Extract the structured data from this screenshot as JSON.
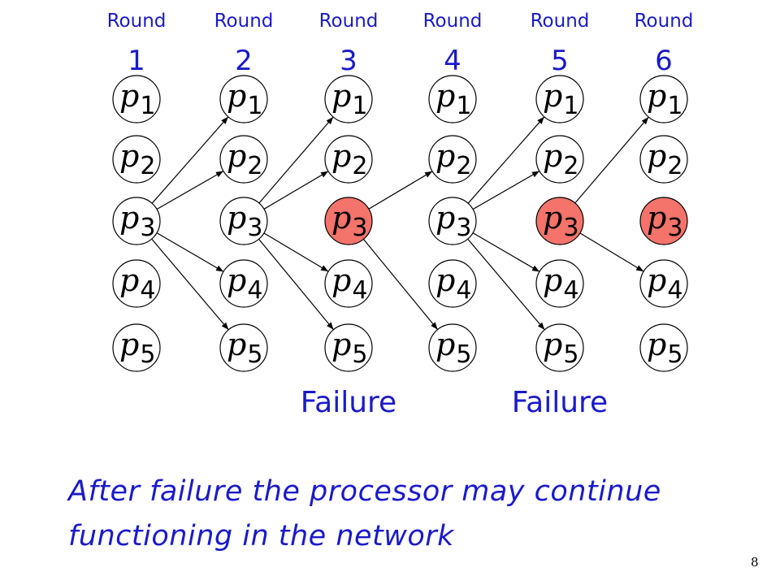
{
  "rounds": [
    {
      "word": "Round",
      "number": "1"
    },
    {
      "word": "Round",
      "number": "2"
    },
    {
      "word": "Round",
      "number": "3"
    },
    {
      "word": "Round",
      "number": "4"
    },
    {
      "word": "Round",
      "number": "5"
    },
    {
      "word": "Round",
      "number": "6"
    }
  ],
  "processors": [
    {
      "symbol": "p",
      "index": "1"
    },
    {
      "symbol": "p",
      "index": "2"
    },
    {
      "symbol": "p",
      "index": "3"
    },
    {
      "symbol": "p",
      "index": "4"
    },
    {
      "symbol": "p",
      "index": "5"
    }
  ],
  "failed_nodes": [
    {
      "round": 3,
      "processor": 3
    },
    {
      "round": 5,
      "processor": 3
    },
    {
      "round": 6,
      "processor": 3
    }
  ],
  "messages": [
    {
      "from_round": 1,
      "from": 3,
      "to_round": 2,
      "to": 1
    },
    {
      "from_round": 1,
      "from": 3,
      "to_round": 2,
      "to": 2
    },
    {
      "from_round": 1,
      "from": 3,
      "to_round": 2,
      "to": 4
    },
    {
      "from_round": 1,
      "from": 3,
      "to_round": 2,
      "to": 5
    },
    {
      "from_round": 2,
      "from": 3,
      "to_round": 3,
      "to": 1
    },
    {
      "from_round": 2,
      "from": 3,
      "to_round": 3,
      "to": 2
    },
    {
      "from_round": 2,
      "from": 3,
      "to_round": 3,
      "to": 4
    },
    {
      "from_round": 2,
      "from": 3,
      "to_round": 3,
      "to": 5
    },
    {
      "from_round": 3,
      "from": 3,
      "to_round": 4,
      "to": 2
    },
    {
      "from_round": 3,
      "from": 3,
      "to_round": 4,
      "to": 5
    },
    {
      "from_round": 4,
      "from": 3,
      "to_round": 5,
      "to": 1
    },
    {
      "from_round": 4,
      "from": 3,
      "to_round": 5,
      "to": 2
    },
    {
      "from_round": 4,
      "from": 3,
      "to_round": 5,
      "to": 4
    },
    {
      "from_round": 4,
      "from": 3,
      "to_round": 5,
      "to": 5
    },
    {
      "from_round": 5,
      "from": 3,
      "to_round": 6,
      "to": 1
    },
    {
      "from_round": 5,
      "from": 3,
      "to_round": 6,
      "to": 4
    }
  ],
  "failures": [
    {
      "label": "Failure",
      "round": 3
    },
    {
      "label": "Failure",
      "round": 5
    }
  ],
  "caption": {
    "line1": "After failure the processor may continue",
    "line2": "functioning in the network"
  },
  "page_number": "8",
  "colors": {
    "text_blue": "#1a1acc",
    "failed_fill": "#f4736b",
    "normal_fill": "#ffffff",
    "stroke": "#000000"
  }
}
